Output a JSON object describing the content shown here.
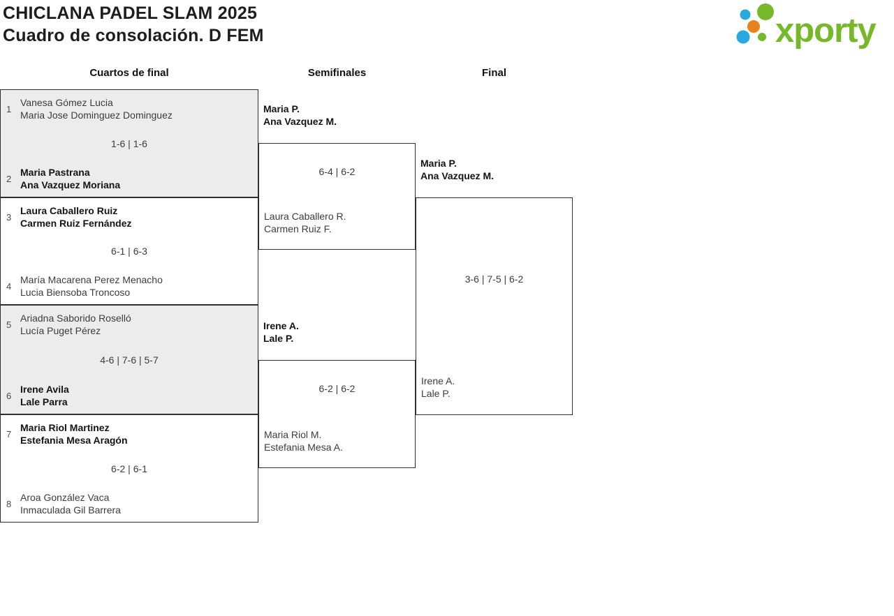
{
  "header": {
    "title": "CHICLANA PADEL SLAM 2025",
    "subtitle": "Cuadro de consolación. D FEM",
    "logo_text": "xporty"
  },
  "colors": {
    "logo_green": "#76B82A",
    "logo_blue": "#29A9E0",
    "logo_orange": "#E8821E",
    "match_alt_bg": "#ECECEC",
    "box_border": "#2E2E2E",
    "text": "#3C3C3C",
    "winner_text": "#141414"
  },
  "columns": {
    "quarterfinals": "Cuartos de final",
    "semifinals": "Semifinales",
    "final": "Final"
  },
  "bracket": {
    "quarterfinals": [
      {
        "top": {
          "seed": "1",
          "players": [
            "Vanesa Gómez Lucia",
            "Maria Jose Dominguez Dominguez"
          ],
          "winner": false
        },
        "score": "1-6 | 1-6",
        "bottom": {
          "seed": "2",
          "players": [
            "Maria Pastrana",
            "Ana Vazquez Moriana"
          ],
          "winner": true
        }
      },
      {
        "top": {
          "seed": "3",
          "players": [
            "Laura Caballero Ruiz",
            "Carmen Ruiz Fernández"
          ],
          "winner": true
        },
        "score": "6-1 | 6-3",
        "bottom": {
          "seed": "4",
          "players": [
            "María Macarena Perez Menacho",
            "Lucia Biensoba Troncoso"
          ],
          "winner": false
        }
      },
      {
        "top": {
          "seed": "5",
          "players": [
            "Ariadna Saborido Roselló",
            "Lucía Puget Pérez"
          ],
          "winner": false
        },
        "score": "4-6 | 7-6 | 5-7",
        "bottom": {
          "seed": "6",
          "players": [
            "Irene Avila",
            "Lale Parra"
          ],
          "winner": true
        }
      },
      {
        "top": {
          "seed": "7",
          "players": [
            "Maria Riol Martinez",
            "Estefania Mesa Aragón"
          ],
          "winner": true
        },
        "score": "6-2 | 6-1",
        "bottom": {
          "seed": "8",
          "players": [
            "Aroa González Vaca",
            "Inmaculada Gil Barrera"
          ],
          "winner": false
        }
      }
    ],
    "semifinals": [
      {
        "top": {
          "players": [
            "Maria P.",
            "Ana Vazquez M."
          ],
          "winner": true
        },
        "score": "6-4 | 6-2",
        "bottom": {
          "players": [
            "Laura Caballero R.",
            "Carmen Ruiz F."
          ],
          "winner": false
        }
      },
      {
        "top": {
          "players": [
            "Irene A.",
            "Lale P."
          ],
          "winner": true
        },
        "score": "6-2 | 6-2",
        "bottom": {
          "players": [
            "Maria Riol M.",
            "Estefania Mesa A."
          ],
          "winner": false
        }
      }
    ],
    "final": {
      "top": {
        "players": [
          "Maria P.",
          "Ana Vazquez M."
        ],
        "winner": true
      },
      "score": "3-6 | 7-5 | 6-2",
      "bottom": {
        "players": [
          "Irene A.",
          "Lale P."
        ],
        "winner": false
      }
    }
  }
}
